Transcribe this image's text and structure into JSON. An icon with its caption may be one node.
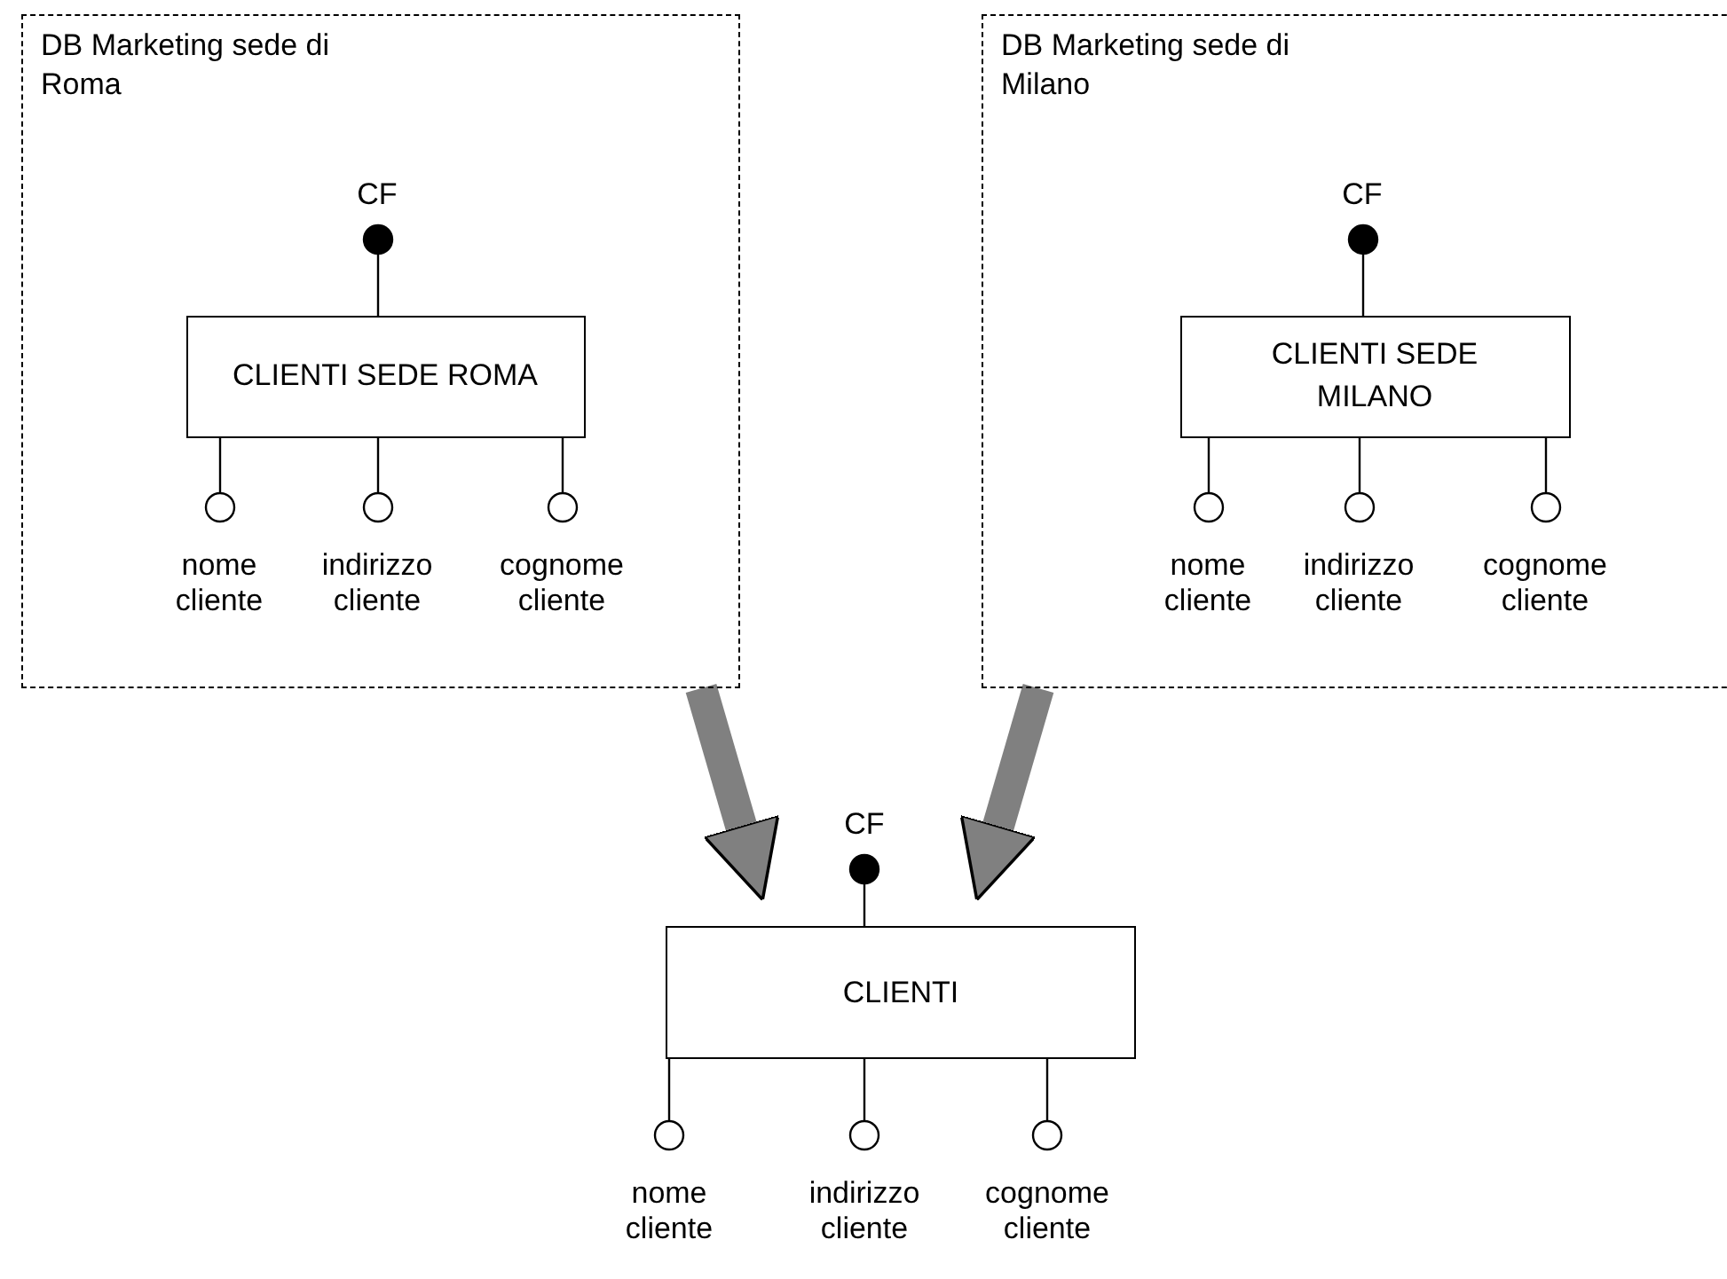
{
  "diagram": {
    "nodes": [
      {
        "text": [
          "DB Marketing sede di Roma"
        ]
      },
      {
        "text": [
          "CLIENTI SEDE ROMA"
        ],
        "in": 0
      },
      {
        "text": [
          "CF"
        ],
        "in": 0
      },
      {
        "text": [
          "nome cliente"
        ],
        "in": 0
      },
      {
        "text": [
          "indirizzo cliente"
        ],
        "in": 0
      },
      {
        "text": [
          "cognome cliente"
        ],
        "in": 0
      },
      {
        "text": [
          "DB Marketing sede di Milano"
        ]
      },
      {
        "text": [
          "CLIENTI SEDE MILANO"
        ],
        "in": 6
      },
      {
        "text": [
          "CF"
        ],
        "in": 6
      },
      {
        "text": [
          "nome cliente"
        ],
        "in": 6
      },
      {
        "text": [
          "indirizzo cliente"
        ],
        "in": 6
      },
      {
        "text": [
          "cognome cliente"
        ],
        "in": 6
      },
      {
        "text": [
          "CLIENTI"
        ]
      },
      {
        "text": [
          "CF"
        ]
      },
      {
        "text": [
          "nome cliente"
        ]
      },
      {
        "text": [
          "indirizzo cliente"
        ]
      },
      {
        "text": [
          "cognome cliente"
        ]
      }
    ],
    "edges": [
      {
        "from": 1,
        "to": 2,
        "arrow": "none"
      },
      {
        "from": 1,
        "to": 3,
        "arrow": "none"
      },
      {
        "from": 1,
        "to": 4,
        "arrow": "none"
      },
      {
        "from": 1,
        "to": 5,
        "arrow": "none"
      },
      {
        "from": 7,
        "to": 8,
        "arrow": "none"
      },
      {
        "from": 7,
        "to": 9,
        "arrow": "none"
      },
      {
        "from": 7,
        "to": 10,
        "arrow": "none"
      },
      {
        "from": 7,
        "to": 11,
        "arrow": "none"
      },
      {
        "from": 12,
        "to": 13,
        "arrow": "none"
      },
      {
        "from": 12,
        "to": 14,
        "arrow": "none"
      },
      {
        "from": 12,
        "to": 15,
        "arrow": "none"
      },
      {
        "from": 12,
        "to": 16,
        "arrow": "none"
      },
      {
        "from": 0,
        "to": 12,
        "arrow": "to",
        "style": "thick",
        "color": "#808080"
      },
      {
        "from": 6,
        "to": 12,
        "arrow": "to",
        "style": "thick",
        "color": "#808080"
      }
    ]
  }
}
